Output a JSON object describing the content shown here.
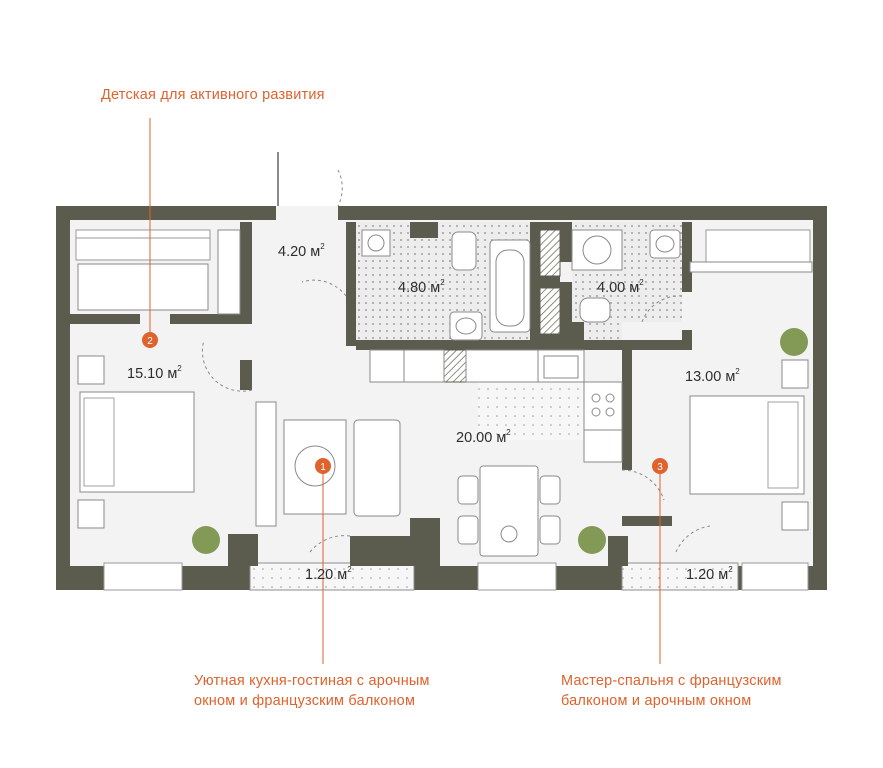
{
  "callouts": {
    "c2": "Детская для активного развития",
    "c1_line1": "Уютная кухня-гостиная с арочным",
    "c1_line2": "окном и французским балконом",
    "c3_line1": "Мастер-спальня с французским",
    "c3_line2": "балконом и арочным окном"
  },
  "markers": {
    "m1": "1",
    "m2": "2",
    "m3": "3"
  },
  "rooms": {
    "hall": "4.20 м",
    "bath": "4.80 м",
    "wc": "4.00 м",
    "kids": "15.10 м",
    "living": "20.00 м",
    "master": "13.00 м",
    "balcony_left": "1.20 м",
    "balcony_right": "1.20 м",
    "unit_sup": "2"
  },
  "colors": {
    "wall": "#5b5c4d",
    "accent": "#e0622d",
    "wet": "#efefef",
    "floor": "#f2f2f2"
  }
}
